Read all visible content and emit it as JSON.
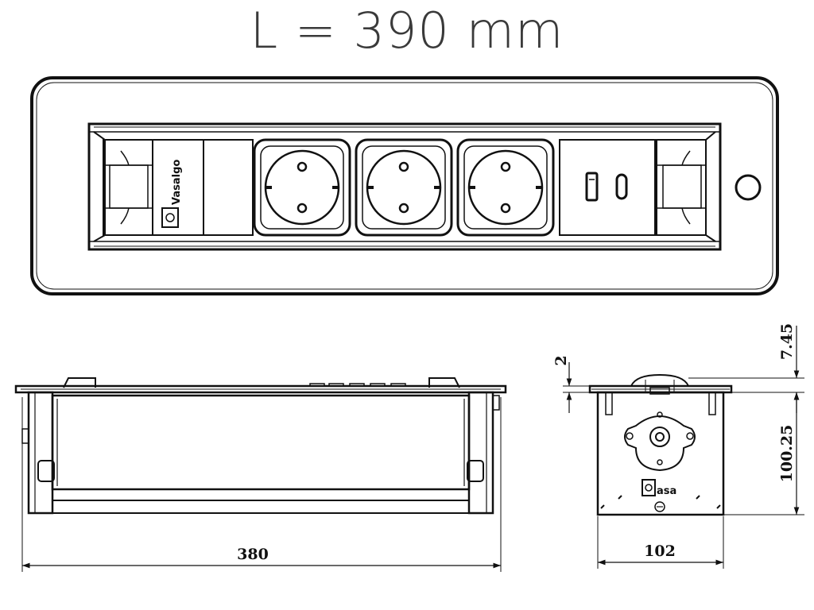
{
  "title": "L = 390 mm",
  "brands": {
    "top_panel": "Vasalgo",
    "side_label": "asa"
  },
  "dimensions": {
    "length": "380",
    "width": "102",
    "height": "100.25",
    "flange": "2",
    "lid": "7.45"
  },
  "icons": [
    "schuko-socket-icon",
    "usb-a-port-icon",
    "usb-c-port-icon",
    "lid-hole-icon",
    "wiring-plate-icon"
  ],
  "colors": {
    "line": "#111111",
    "title": "#3a3a3a"
  }
}
